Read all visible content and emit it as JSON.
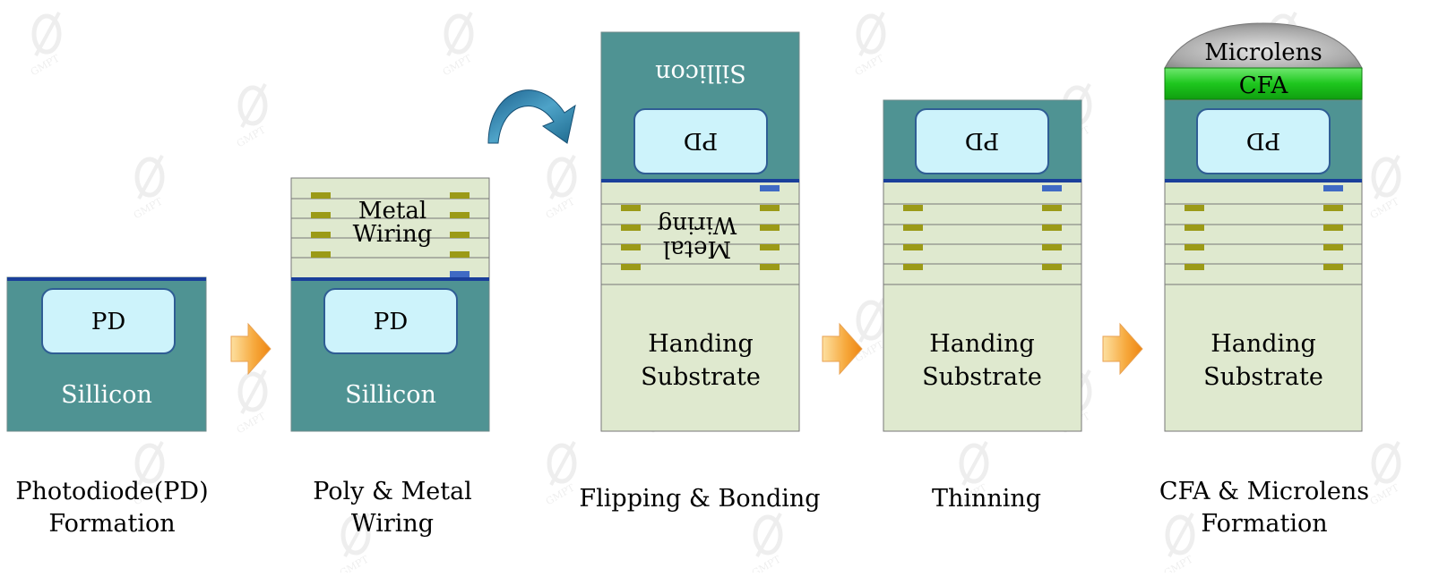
{
  "labels": {
    "pd": "PD",
    "silicon": "Sillicon",
    "metal_1": "Metal",
    "metal_2": "Wiring",
    "handing_1": "Handing",
    "handing_2": "Substrate",
    "microlens": "Microlens",
    "cfa": "CFA"
  },
  "steps": [
    {
      "line1": "Photodiode(PD)",
      "line2": "Formation"
    },
    {
      "line1": "Poly & Metal",
      "line2": "Wiring"
    },
    {
      "line1": "Flipping & Bonding",
      "line2": ""
    },
    {
      "line1": "Thinning",
      "line2": ""
    },
    {
      "line1": "CFA & Microlens",
      "line2": "Formation"
    }
  ],
  "watermark": "GMPT",
  "colors": {
    "silicon": "#4f9393",
    "pd_fill": "#cdf3fb",
    "pd_stroke": "#2f5d94",
    "layer_fill": "#dfe9cf",
    "pad": "#9b9a17",
    "blue_line": "#1a3f9a",
    "blue_pad": "#3f6ac4",
    "cfa_green": "#22cc22",
    "microlens_grey": "#9a9a9a",
    "arrow_orange": "#f2941a"
  }
}
